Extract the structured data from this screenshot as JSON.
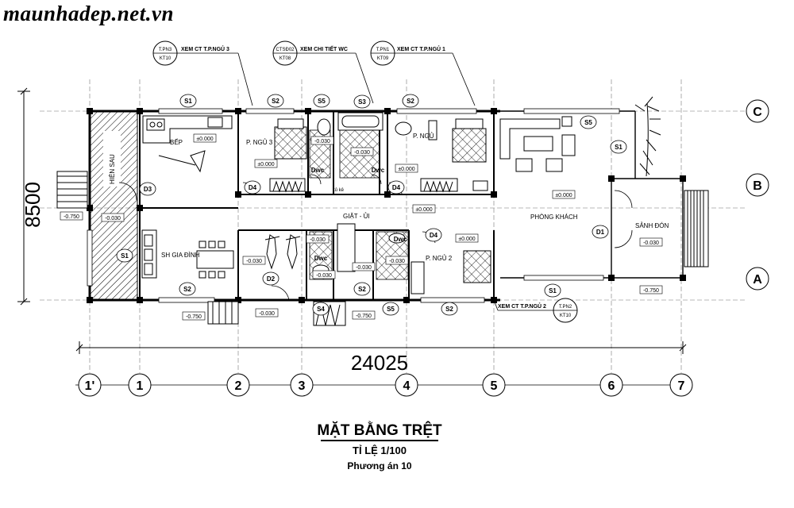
{
  "site_watermark": "maunhadep.net.vn",
  "drawing": {
    "title": "MẶT BẰNG TRỆT",
    "scale": "TỈ LỆ 1/100",
    "option": "Phương án 10"
  },
  "dimensions": {
    "overall_width": "24025",
    "overall_height": "8500"
  },
  "grid_columns": [
    "1'",
    "1",
    "2",
    "3",
    "4",
    "5",
    "6",
    "7"
  ],
  "grid_rows": [
    "C",
    "B",
    "A"
  ],
  "rooms": {
    "hien_sau": "HIÊN SAU",
    "bep": "BẾP",
    "p_ngu_3": "P. NGỦ 3",
    "p_ngu": "P. NGỦ",
    "phong_khach": "PHÒNG KHÁCH",
    "sanh_don": "SẢNH ĐÓN",
    "sh_gia_dinh": "SH GIA ĐÌNH",
    "giat_ui": "GIẶT - ỦI",
    "p_ngu_2": "P. NGỦ 2",
    "tu_ke": "tủ kê"
  },
  "detail_callouts": {
    "pn3": {
      "top": "T.PN3",
      "bottom": "KT10",
      "text": "XEM CT T.P.NGỦ 3"
    },
    "wc": {
      "top": "CTSĐ02",
      "bottom": "KT08",
      "text": "XEM CHI TIẾT WC"
    },
    "pn1": {
      "top": "T.PN1",
      "bottom": "KT09",
      "text": "XEM CT T.P.NGỦ 1"
    },
    "pn2": {
      "top": "T.PN2",
      "bottom": "KT10",
      "text": "XEM CT T.P.NGỦ 2"
    }
  },
  "tags": {
    "s1": "S1",
    "s2": "S2",
    "s3": "S3",
    "s4": "S4",
    "s5": "S5",
    "d1": "D1",
    "d2": "D2",
    "d3": "D3",
    "d4": "D4",
    "dwc": "Dwc"
  },
  "levels": {
    "zero": "±0.000",
    "m030": "-0.030",
    "m750": "-0.750"
  }
}
